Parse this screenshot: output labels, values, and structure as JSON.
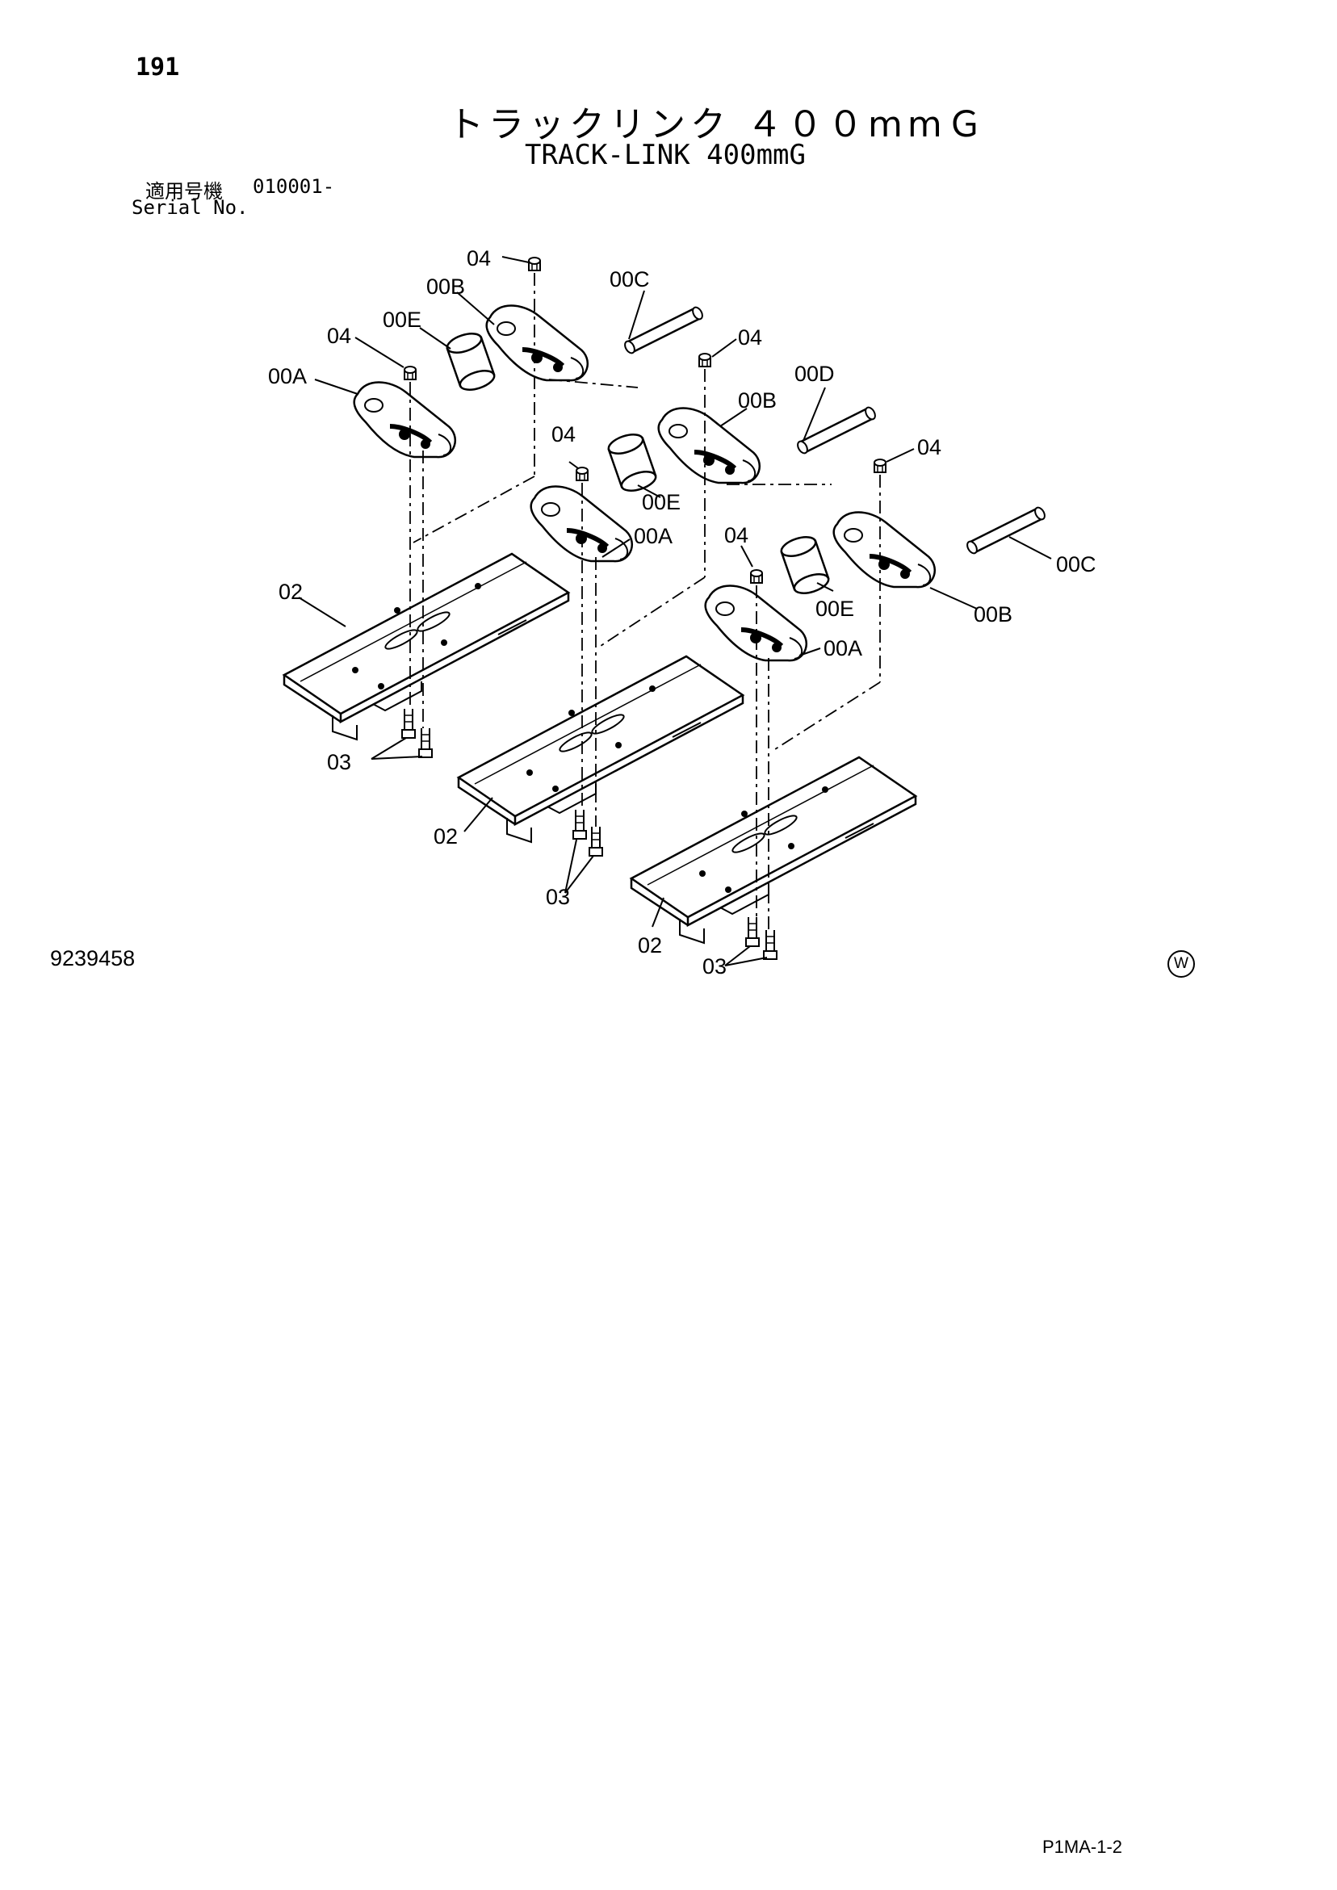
{
  "page": {
    "number": "191",
    "title_jp": "トラックリンク ４００mmＧ",
    "title_en": "TRACK-LINK 400mmG",
    "serial_label_jp": "適用号機",
    "serial_value": "010001-",
    "serial_label_en": "Serial No.",
    "drawing_number": "9239458",
    "mark": "W",
    "page_code": "P1MA-1-2"
  },
  "callouts": {
    "c01": "04",
    "c02": "00B",
    "c03": "00C",
    "c04": "04",
    "c05": "00E",
    "c06": "00A",
    "c07": "04",
    "c08": "00D",
    "c09": "00B",
    "c10": "04",
    "c11": "04",
    "c12": "00E",
    "c13": "00A",
    "c14": "04",
    "c15": "00C",
    "c16": "00E",
    "c17": "00B",
    "c18": "02",
    "c19": "00A",
    "c20": "03",
    "c21": "02",
    "c22": "03",
    "c23": "02",
    "c24": "03"
  },
  "parts": {
    "links": [
      "00A",
      "00B"
    ],
    "pins": [
      "00C",
      "00D"
    ],
    "bushings": [
      "00E"
    ],
    "shoe": "02",
    "bolt": "03",
    "nut": "04"
  }
}
